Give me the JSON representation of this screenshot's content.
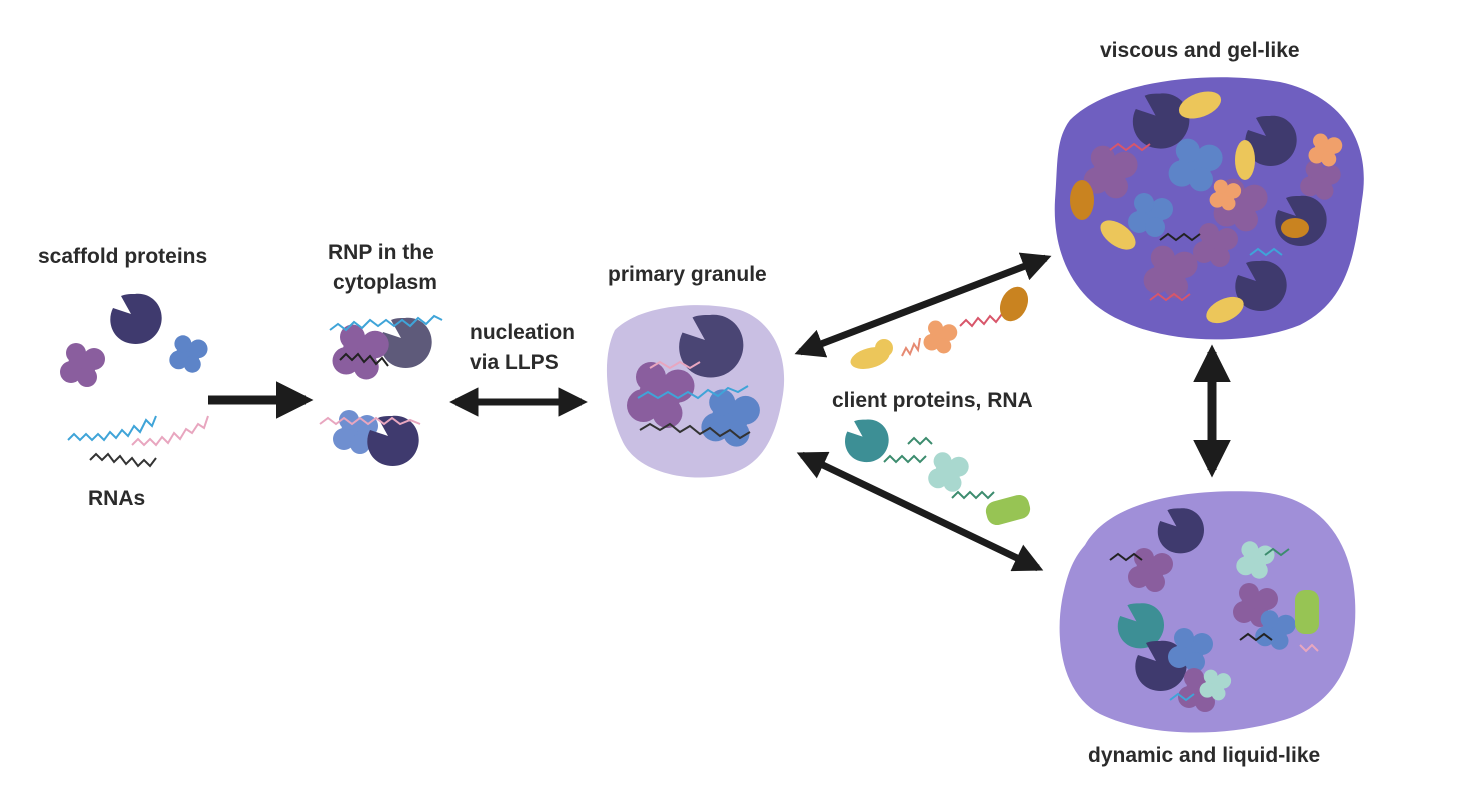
{
  "labels": {
    "scaffold_proteins": "scaffold proteins",
    "rnas": "RNAs",
    "rnp_line1": "RNP in the",
    "rnp_line2": "cytoplasm",
    "nucleation_line1": "nucleation",
    "nucleation_line2": "via LLPS",
    "primary_granule": "primary granule",
    "client_proteins": "client proteins, RNA",
    "viscous": "viscous and gel-like",
    "dynamic": "dynamic and liquid-like"
  },
  "colors": {
    "text": "#2b2b2b",
    "arrow": "#1c1c1c",
    "dark_purple": "#3f3a6e",
    "purple": "#8a5e9e",
    "blue": "#5d84c8",
    "granule_light": "#c9bfe3",
    "granule_dark": "#6f5fc0",
    "granule_medium": "#9f8fd8",
    "yellow": "#ecc65a",
    "orange": "#f0a06b",
    "amber": "#c98320",
    "teal": "#3d8f95",
    "mint": "#a9d8cf",
    "lime": "#97c454",
    "rna_blue": "#3fa4d8",
    "rna_pink": "#e8a6bf",
    "rna_black": "#333333",
    "rna_red": "#d8566a",
    "rna_green": "#3c8c6e"
  }
}
